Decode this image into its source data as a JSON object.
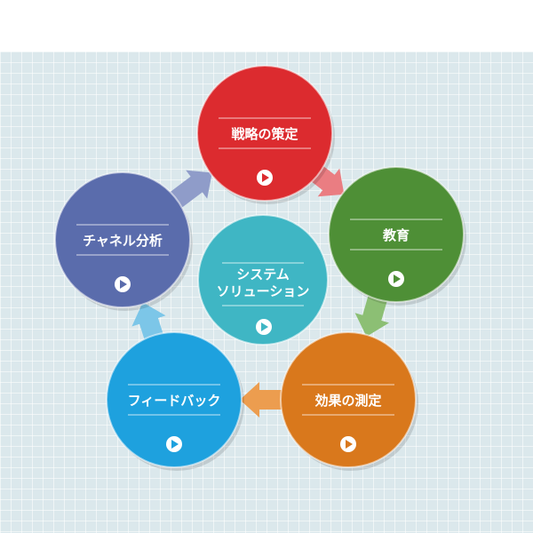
{
  "diagram": {
    "center": {
      "lines": [
        "システム",
        "ソリューション"
      ],
      "color": "#3fb6c4"
    },
    "nodes": [
      {
        "id": "strategy",
        "label": "戦略の策定",
        "color": "#dc2b2f"
      },
      {
        "id": "education",
        "label": "教育",
        "color": "#4e8f36"
      },
      {
        "id": "measurement",
        "label": "効果の測定",
        "color": "#d9781c"
      },
      {
        "id": "feedback",
        "label": "フィードバック",
        "color": "#1ea1de"
      },
      {
        "id": "channel",
        "label": "チャネル分析",
        "color": "#5a6cac"
      }
    ],
    "arrow_colors": [
      "#ea7d82",
      "#8cbf74",
      "#ec9d4f",
      "#7cc6e8",
      "#8f9cc9"
    ],
    "icons": {
      "play": "play-button-icon"
    }
  }
}
